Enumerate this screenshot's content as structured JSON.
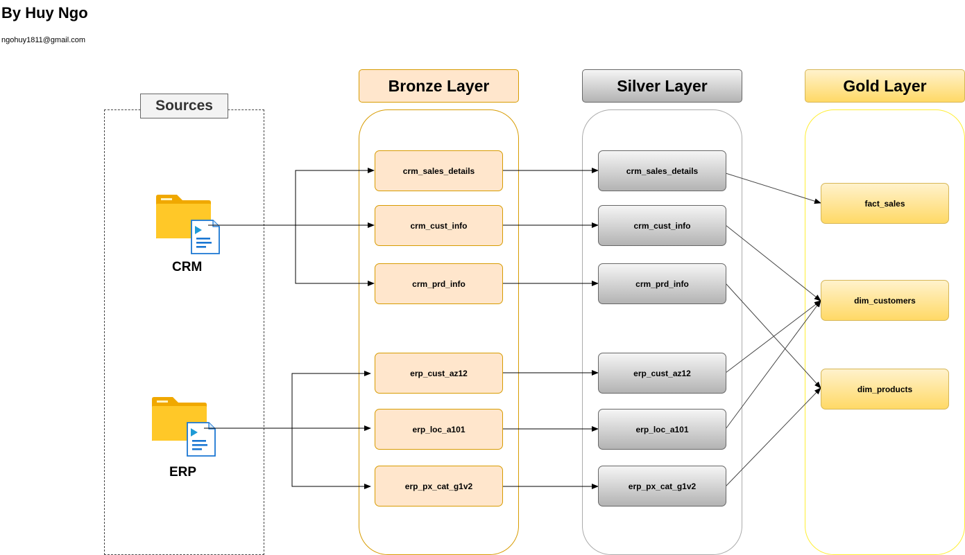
{
  "author": {
    "title": "By Huy Ngo",
    "email": "ngohuy1811@gmail.com"
  },
  "sources": {
    "label": "Sources",
    "items": [
      {
        "label": "CRM",
        "icon": "folder-document-icon"
      },
      {
        "label": "ERP",
        "icon": "folder-document-icon"
      }
    ]
  },
  "layers": {
    "bronze": {
      "title": "Bronze Layer",
      "tables": [
        "crm_sales_details",
        "crm_cust_info",
        "crm_prd_info",
        "erp_cust_az12",
        "erp_loc_a101",
        "erp_px_cat_g1v2"
      ]
    },
    "silver": {
      "title": "Silver Layer",
      "tables": [
        "crm_sales_details",
        "crm_cust_info",
        "crm_prd_info",
        "erp_cust_az12",
        "erp_loc_a101",
        "erp_px_cat_g1v2"
      ]
    },
    "gold": {
      "title": "Gold Layer",
      "tables": [
        "fact_sales",
        "dim_customers",
        "dim_products"
      ]
    }
  },
  "colors": {
    "bronze_fill": "#ffe6cc",
    "bronze_border": "#d79b00",
    "silver_border": "#666666",
    "gold_fill": "#ffd966",
    "gold_border": "#d6b656",
    "folder": "#ffc40c",
    "document": "#1e88e5"
  }
}
